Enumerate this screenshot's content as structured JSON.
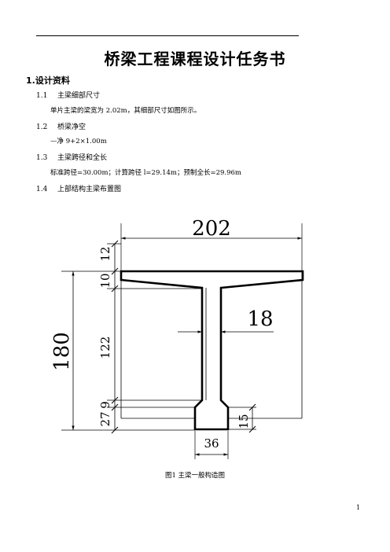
{
  "title": "桥梁工程课程设计任务书",
  "section": {
    "number": "1.",
    "label": "设计资料"
  },
  "items": [
    {
      "number": "1.1",
      "label": "主梁细部尺寸",
      "text": "单片主梁的梁宽为 2.02m，其细部尺寸如图所示。"
    },
    {
      "number": "1.2",
      "label": "桥梁净空",
      "text": "—净 9+2×1.00m"
    },
    {
      "number": "1.3",
      "label": "主梁跨径和全长",
      "text": "标准跨径=30.00m；计算跨径 l=29.14m；预制全长=29.96m"
    },
    {
      "number": "1.4",
      "label": "上部结构主梁布置图"
    }
  ],
  "figure": {
    "dims": {
      "top_width": "202",
      "flange_offset": "12",
      "flange_thickness": "10",
      "total_height": "180",
      "web_height": "122",
      "haunch_height": "9",
      "bulb_height": "27",
      "web_width": "18",
      "bottom_height": "15",
      "bulb_width": "36"
    },
    "caption": "图1  主梁一般构造图"
  },
  "page_number": "1"
}
